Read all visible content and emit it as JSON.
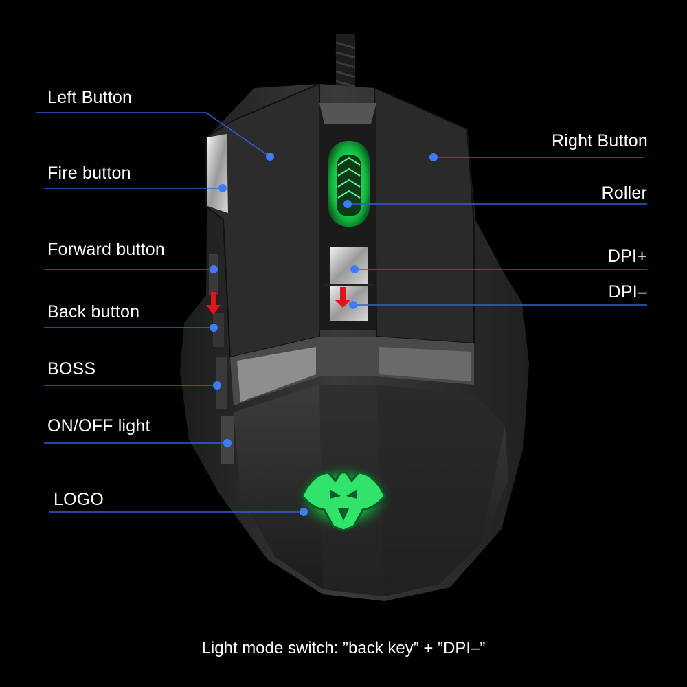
{
  "labels": {
    "left_button": "Left Button",
    "fire_button": "Fire button",
    "forward_button": "Forward button",
    "back_button": "Back button",
    "boss": "BOSS",
    "onoff_light": "ON/OFF light",
    "logo": "LOGO",
    "right_button": "Right Button",
    "roller": "Roller",
    "dpi_plus": "DPI+",
    "dpi_minus": "DPI–"
  },
  "caption": "Light mode switch: ”back key” + ”DPI–”",
  "colors": {
    "background": "#000000",
    "callout_line": "#2f5fd8",
    "callout_dot": "#3d7cff",
    "glow": "#2bff6a",
    "arrow": "#e0141e",
    "text": "#ffffff"
  },
  "icons": {
    "logo": "bat-emblem-icon",
    "arrow": "down-arrow-icon"
  }
}
